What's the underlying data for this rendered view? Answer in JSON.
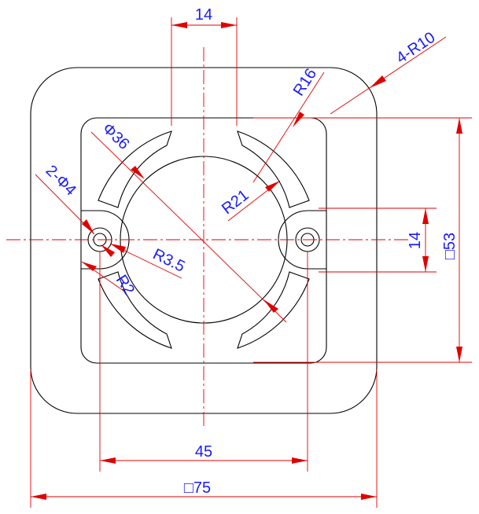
{
  "drawing": {
    "colors": {
      "outline": "#000000",
      "dimension": "#e00000",
      "text": "#1a1aff"
    },
    "labels": {
      "top_width": "14",
      "corner_radius": "4-R10",
      "slot_radius": "R16",
      "bore_diameter": "Φ36",
      "hole_diameter": "2-Φ4",
      "inner_radius": "R21",
      "boss_radius": "R3.5",
      "small_radius": "R2",
      "right_gap": "14",
      "inner_square": "□53",
      "hole_spacing": "45",
      "outer_square": "□75"
    }
  }
}
